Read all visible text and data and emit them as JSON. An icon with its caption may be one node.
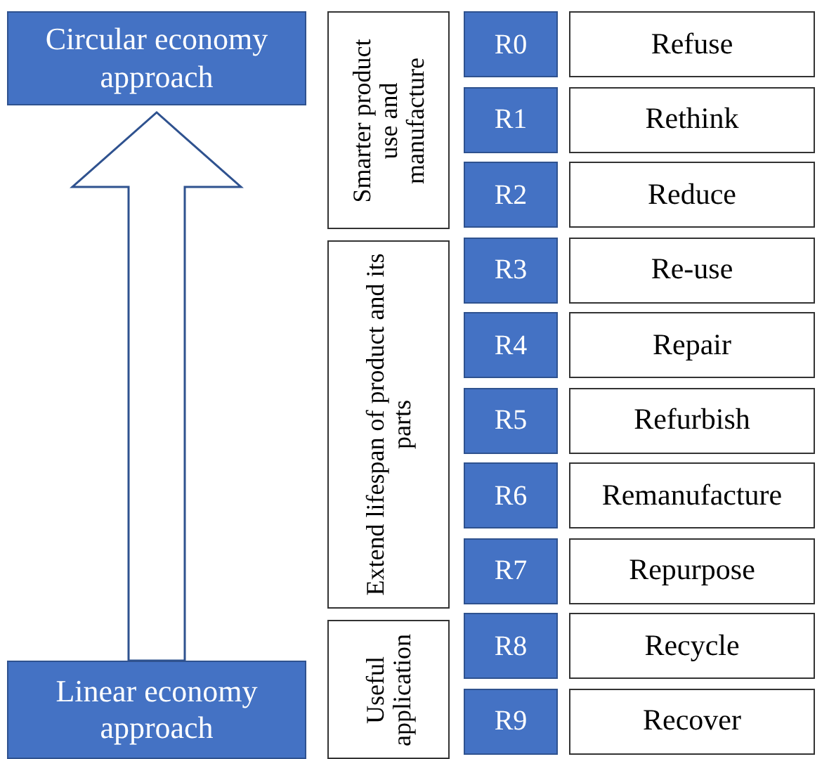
{
  "diagram": {
    "nodes": [
      {
        "text": [
          "Circular economy approach"
        ]
      },
      {
        "text": [
          "Linear economy approach"
        ]
      },
      {
        "text": [
          "Smarter product use and manufacture"
        ]
      },
      {
        "text": [
          "Extend lifespan of product and its parts"
        ]
      },
      {
        "text": [
          "Useful application"
        ]
      },
      {
        "text": [
          "R0"
        ]
      },
      {
        "text": [
          "Refuse"
        ]
      },
      {
        "text": [
          "R1"
        ]
      },
      {
        "text": [
          "Rethink"
        ]
      },
      {
        "text": [
          "R2"
        ]
      },
      {
        "text": [
          "Reduce"
        ]
      },
      {
        "text": [
          "R3"
        ]
      },
      {
        "text": [
          "Re-use"
        ]
      },
      {
        "text": [
          "R4"
        ]
      },
      {
        "text": [
          "Repair"
        ]
      },
      {
        "text": [
          "R5"
        ]
      },
      {
        "text": [
          "Refurbish"
        ]
      },
      {
        "text": [
          "R6"
        ]
      },
      {
        "text": [
          "Remanufacture"
        ]
      },
      {
        "text": [
          "R7"
        ]
      },
      {
        "text": [
          "Repurpose"
        ]
      },
      {
        "text": [
          "R8"
        ]
      },
      {
        "text": [
          "Recycle"
        ]
      },
      {
        "text": [
          "R9"
        ]
      },
      {
        "text": [
          "Recover"
        ]
      }
    ],
    "edges": [
      {
        "from": 1,
        "to": 0,
        "arrow": "to",
        "style": "thick"
      }
    ]
  }
}
